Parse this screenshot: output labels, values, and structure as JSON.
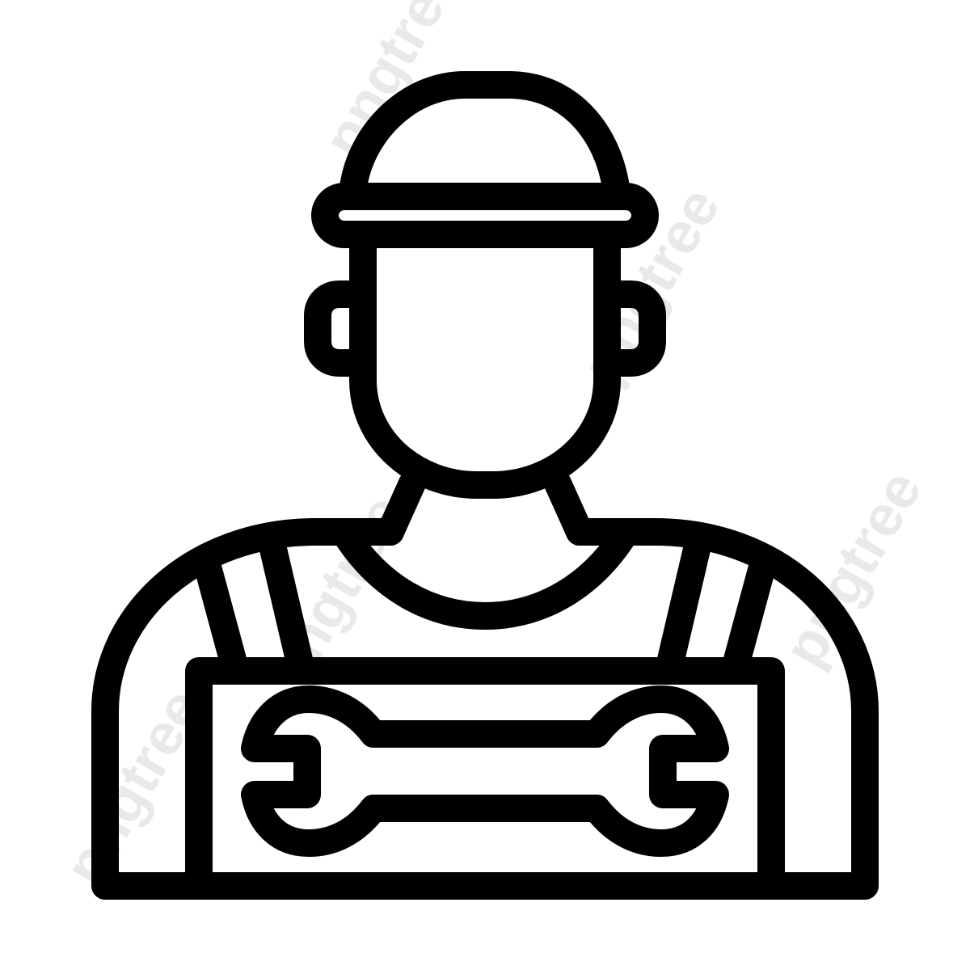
{
  "icon": {
    "name": "mechanic-worker-icon",
    "stroke_color": "#000000",
    "background_color": "#ffffff"
  },
  "watermarks": [
    "pngtree",
    "pngtree",
    "pngtree",
    "pngtree",
    "pngtree",
    "pngtree"
  ]
}
